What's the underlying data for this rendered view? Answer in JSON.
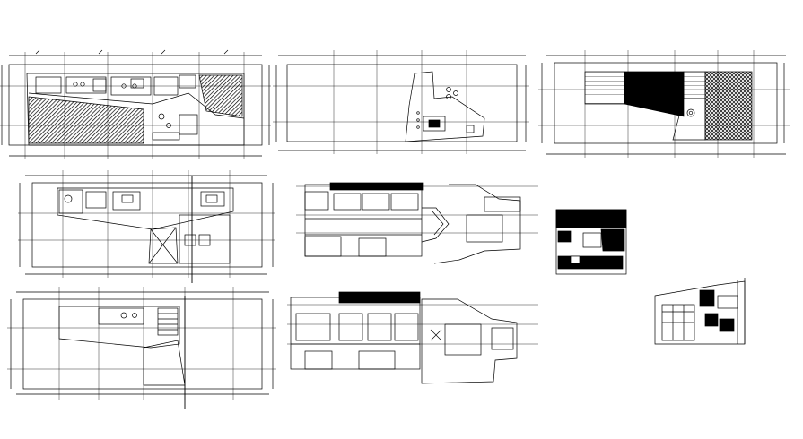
{
  "sheet": {
    "background": "#ffffff",
    "line_color": "#000000",
    "hatch_color": "#000000"
  },
  "drawings": [
    {
      "id": "plan-ground-floor",
      "kind": "floor-plan"
    },
    {
      "id": "plan-roof",
      "kind": "floor-plan"
    },
    {
      "id": "plan-basement",
      "kind": "floor-plan"
    },
    {
      "id": "plan-upper-floor",
      "kind": "floor-plan"
    },
    {
      "id": "section-a",
      "kind": "section"
    },
    {
      "id": "detail-small-elevation",
      "kind": "elevation"
    },
    {
      "id": "plan-lower-floor",
      "kind": "floor-plan"
    },
    {
      "id": "section-b",
      "kind": "section"
    },
    {
      "id": "elevation-side",
      "kind": "elevation"
    }
  ]
}
